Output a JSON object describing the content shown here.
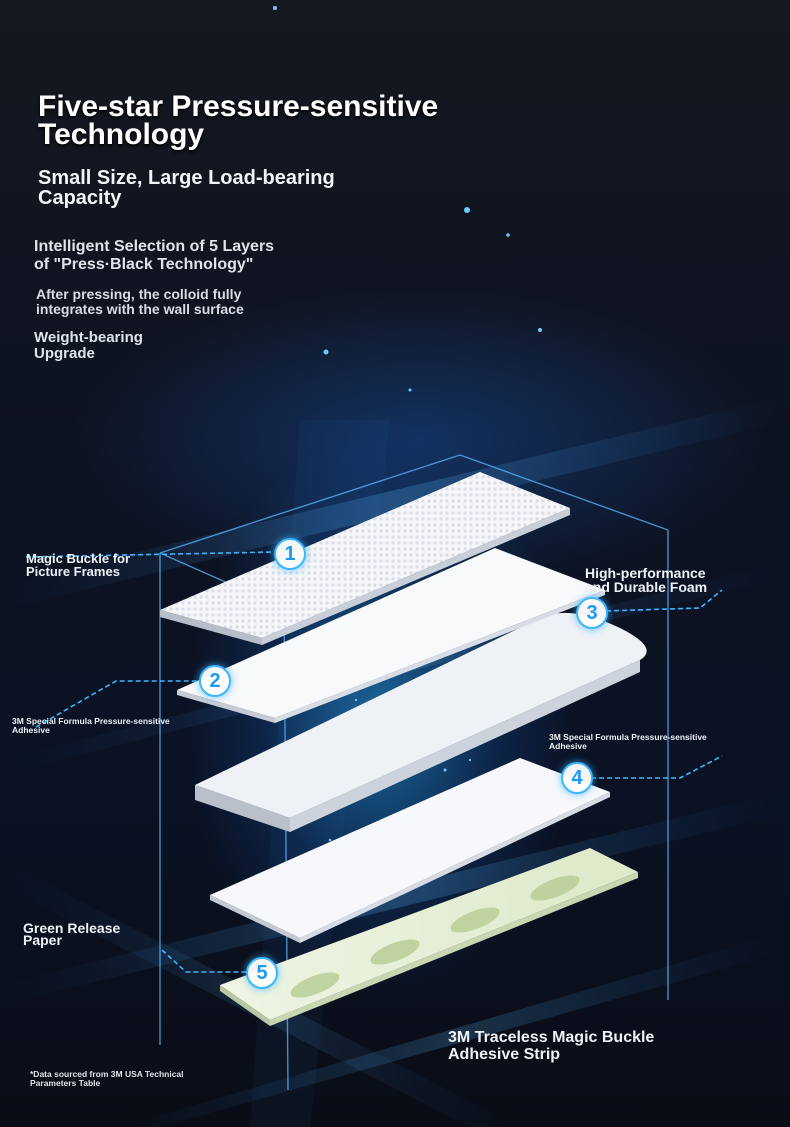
{
  "headline": {
    "title": "Five-star Pressure-sensitive\n Technology",
    "subtitle": "Small Size, Large Load-bearing\n Capacity",
    "selection": "Intelligent Selection of 5 Layers\n of \"Press·Black Technology\"",
    "note": "After pressing, the colloid fully\n integrates with the wall surface",
    "upgrade": "Weight-bearing\n Upgrade"
  },
  "layers": [
    {
      "number": "1",
      "label": "Magic Buckle for\n Picture Frames"
    },
    {
      "number": "2",
      "label": "3M Special Formula Pressure-sensitive\n Adhesive"
    },
    {
      "number": "3",
      "label": "High-performance\n and Durable Foam"
    },
    {
      "number": "4",
      "label": "3M Special Formula Pressure-sensitive\n Adhesive"
    },
    {
      "number": "5",
      "label": "Green Release\n Paper"
    }
  ],
  "product_name": "3M Traceless Magic Buckle\n Adhesive Strip",
  "footnote": "*Data sourced from 3M USA Technical\n Parameters Table",
  "colors": {
    "accent": "#3ab6ff",
    "badge_text": "#1e9bf0",
    "background": "#0a0d14",
    "release_paper": "#e9f1dd"
  },
  "icons": [
    "number-badge-icon"
  ]
}
